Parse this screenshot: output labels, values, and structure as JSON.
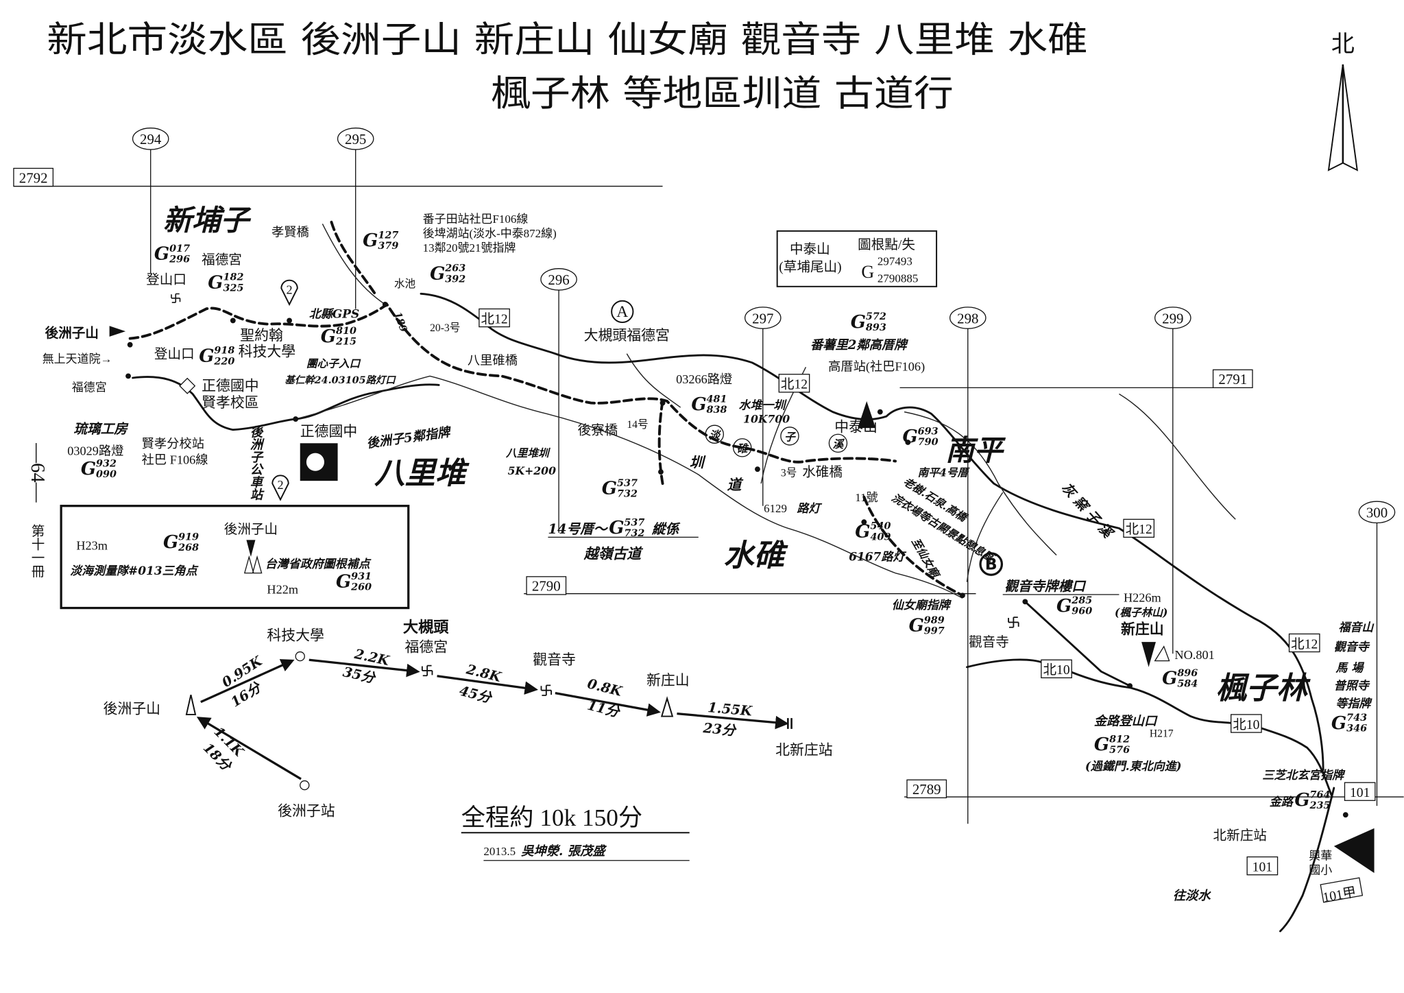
{
  "title": {
    "line1": "新北市淡水區 後洲子山 新庄山 仙女廟 觀音寺 八里堆 水碓",
    "line2": "楓子林 等地區圳道 古道行"
  },
  "north_label": "北",
  "page_marker": {
    "page": "—64—",
    "volume": "第十一冊"
  },
  "grid": {
    "eastings": [
      "294",
      "295",
      "296",
      "297",
      "298",
      "299",
      "300"
    ],
    "northings": [
      "2792",
      "2791",
      "2790",
      "2789"
    ]
  },
  "roads": [
    "北12",
    "北12",
    "北12",
    "北12",
    "北10",
    "北10",
    "101",
    "101",
    "101甲"
  ],
  "markers": [
    "A",
    "B",
    "2",
    "2"
  ],
  "region_names": [
    "新埔子",
    "八里堆",
    "水碓",
    "南平",
    "楓子林"
  ],
  "labels": [
    "福德宮",
    "登山口",
    "後洲子山",
    "登山口",
    "無上天道院→",
    "福德宮",
    "孝賢橋",
    "聖約翰",
    "科技大學",
    "北縣GPS",
    "團心子入口",
    "基仁幹24.03105路灯口",
    "番子田站社巴F106線",
    "後埤湖站(淡水-中泰872線)",
    "13鄰20號21號指牌",
    "水池",
    "20-3号",
    "189",
    "大槻頭福德宮",
    "八里碓橋",
    "正德國中",
    "賢孝校區",
    "正德國中",
    "琉璃工房",
    "03029路燈",
    "賢孝分校站",
    "社巴 F106線",
    "後洲子公車站",
    "後洲子5鄰指牌",
    "八里堆圳",
    "5K+200",
    "後寮橋",
    "14号",
    "03266路燈",
    "水堆一圳",
    "10K700",
    "圳",
    "道",
    "3号",
    "水碓橋",
    "6129",
    "路灯",
    "14号厝～",
    "縱係",
    "越嶺古道",
    "番薯里2鄰高厝牌",
    "高厝站(社巴F106)",
    "中泰山",
    "南平4号厝",
    "11號",
    "老樹.石泉.高橋",
    "浣衣場等古闕景點憩息區",
    "6167路灯",
    "至仙女廟",
    "灰 窯 子 溪",
    "觀音寺牌樓口",
    "仙女廟指牌",
    "觀音寺",
    "H226m",
    "(楓子林山)",
    "新庄山",
    "NO.801",
    "福音山",
    "觀音寺",
    "馬 場",
    "普照寺",
    "等指牌",
    "金路登山口",
    "H217",
    "(過鐵門.東北向進)",
    "三芝北玄宮指牌",
    "金路",
    "北新庄站",
    "興華",
    "國小",
    "往淡水",
    "淡",
    "碓",
    "子",
    "溪"
  ],
  "g_points": [
    {
      "top": "017",
      "bottom": "296"
    },
    {
      "top": "182",
      "bottom": "325"
    },
    {
      "top": "918",
      "bottom": "220"
    },
    {
      "top": "127",
      "bottom": "379"
    },
    {
      "top": "263",
      "bottom": "392"
    },
    {
      "top": "810",
      "bottom": "215"
    },
    {
      "top": "932",
      "bottom": "090"
    },
    {
      "top": "537",
      "bottom": "732"
    },
    {
      "top": "481",
      "bottom": "838"
    },
    {
      "top": "572",
      "bottom": "893"
    },
    {
      "top": "693",
      "bottom": "790"
    },
    {
      "top": "540",
      "bottom": "409"
    },
    {
      "top": "989",
      "bottom": "997"
    },
    {
      "top": "285",
      "bottom": "960"
    },
    {
      "top": "896",
      "bottom": "584"
    },
    {
      "top": "812",
      "bottom": "576"
    },
    {
      "top": "743",
      "bottom": "346"
    },
    {
      "top": "764",
      "bottom": "235"
    },
    {
      "top": "537",
      "bottom": "732"
    },
    {
      "top": "919",
      "bottom": "268"
    },
    {
      "top": "931",
      "bottom": "260"
    }
  ],
  "info_box": {
    "name": "中泰山",
    "alt_name": "(草埔尾山)",
    "status": "圖根點/失",
    "g_top": "297493",
    "g_bottom": "2790885"
  },
  "inset": {
    "peak": "後洲子山",
    "h_left": "H23m",
    "note_left": "淡海測量隊#013三角点",
    "note_right": "台灣省政府圖根補点",
    "h_right": "H22m"
  },
  "route": {
    "nodes": [
      "後洲子山",
      "科技大學",
      "大槻頭",
      "福德宮",
      "觀音寺",
      "新庄山",
      "北新庄站",
      "後洲子站"
    ],
    "segments": [
      {
        "dist": "0.95K",
        "time": "16分"
      },
      {
        "dist": "2.2K",
        "time": "35分"
      },
      {
        "dist": "2.8K",
        "time": "45分"
      },
      {
        "dist": "0.8K",
        "time": "11分"
      },
      {
        "dist": "1.55K",
        "time": "23分"
      },
      {
        "dist": "1.1K",
        "time": "18分"
      }
    ]
  },
  "summary": {
    "total": "全程約 10k  150分",
    "date": "2013.5",
    "authors": "吳坤滎. 張茂盛"
  },
  "colors": {
    "ink": "#111111",
    "paper": "#ffffff"
  }
}
